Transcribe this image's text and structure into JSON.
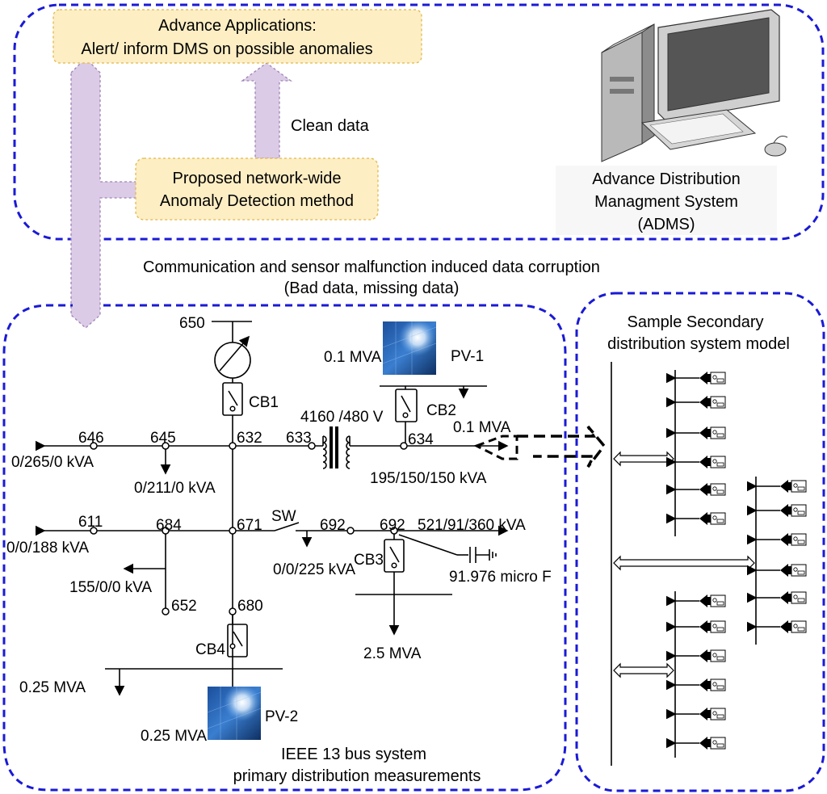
{
  "top_region": {
    "advance_apps_line1": "Advance Applications:",
    "advance_apps_line2": "Alert/ inform DMS on possible anomalies",
    "clean_data": "Clean data",
    "proposed_line1": "Proposed network-wide",
    "proposed_line2": "Anomaly Detection method",
    "adms_line1": "Advance Distribution",
    "adms_line2": "Managment System",
    "adms_line3": "(ADMS)"
  },
  "corruption": {
    "line1": "Communication and sensor malfunction induced data corruption",
    "line2": "(Bad data, missing data)"
  },
  "ieee13": {
    "bus_650": "650",
    "cb1": "CB1",
    "pv1_size": "0.1 MVA",
    "pv1_label": "PV-1",
    "transformer": "4160 /480 V",
    "cb2": "CB2",
    "cb2_size": "0.1 MVA",
    "bus_646": "646",
    "bus_645": "645",
    "bus_632": "632",
    "bus_633": "633",
    "bus_634": "634",
    "load_646": "0/265/0 kVA",
    "load_645": "0/211/0 kVA",
    "load_634": "195/150/150 kVA",
    "bus_611": "611",
    "bus_684": "684",
    "bus_671": "671",
    "sw": "SW",
    "bus_692a": "692",
    "bus_692b": "692",
    "load_675": "521/91/360 kVA",
    "load_611": "0/0/188 kVA",
    "load_692": "0/0/225 kVA",
    "cb3": "CB3",
    "capacitor": "91.976 micro F",
    "load_684": "155/0/0 kVA",
    "bus_652": "652",
    "bus_680": "680",
    "cb4": "CB4",
    "pv3_size": "2.5 MVA",
    "pv2_bus_size": "0.25 MVA",
    "pv2_size": "0.25 MVA",
    "pv2_label": "PV-2",
    "caption_line1": "IEEE 13 bus system",
    "caption_line2": "primary distribution measurements"
  },
  "secondary": {
    "title_line1": "Sample Secondary",
    "title_line2": "distribution system model"
  },
  "colors": {
    "dashed_border": "#1a1ad6",
    "yellow_box": "#fdeec4",
    "purple_arrow": "#dccbe6"
  }
}
